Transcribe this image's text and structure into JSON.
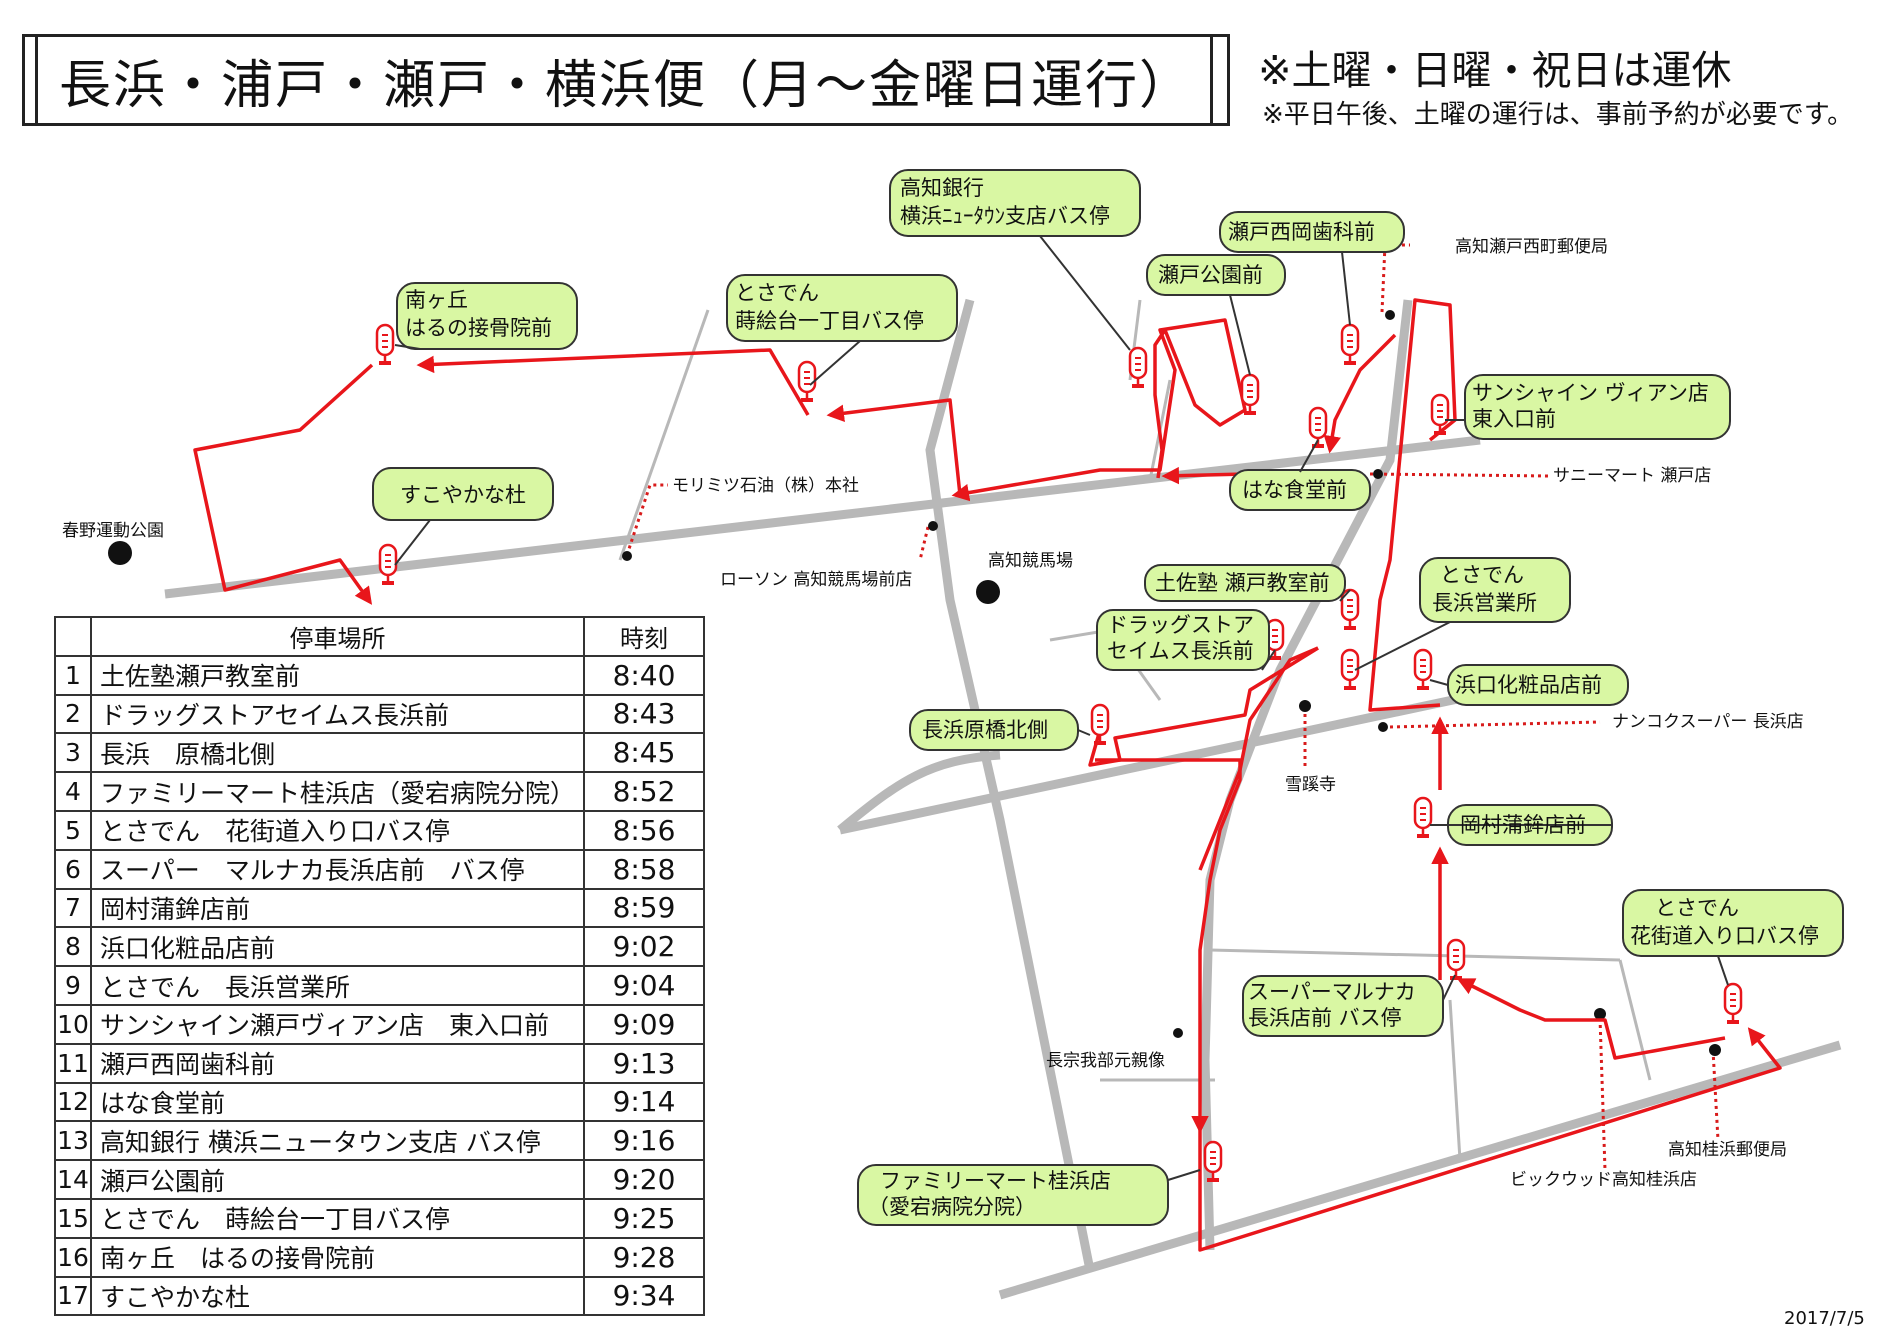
{
  "header": {
    "title": "長浜・浦戸・瀬戸・横浜便（月～金曜日運行）",
    "notice_main": "※土曜・日曜・祝日は運休",
    "notice_sub": "※平日午後、土曜の運行は、事前予約が必要です。"
  },
  "colors": {
    "route": "#e8161b",
    "callout": "#d9f7a3",
    "road": "#b8b8b8",
    "landmark_line": "#d81b1b"
  },
  "stops": {
    "s1": "土佐塾 瀬戸教室前",
    "s2": "ドラッグストア\nセイムス長浜前",
    "s3": "長浜原橋北側",
    "s4": "ファミリーマート桂浜店\n（愛宕病院分院）",
    "s5": "とさでん\n花街道入り口バス停",
    "s6": "スーパーマルナカ\n長浜店前 バス停",
    "s7": "岡村蒲鉾店前",
    "s8": "浜口化粧品店前",
    "s9": "とさでん\n長浜営業所",
    "s10": "サンシャイン ヴィアン店\n東入口前",
    "s11": "瀬戸西岡歯科前",
    "s12": "はな食堂前",
    "s13": "高知銀行\n横浜ﾆｭｰﾀｳﾝ支店バス停",
    "s14": "瀬戸公園前",
    "s15": "とさでん\n蒔絵台一丁目バス停",
    "s16": "南ヶ丘\nはるの接骨院前",
    "s17": "すこやかな杜"
  },
  "landmarks": {
    "haruno_park": "春野運動公園",
    "morimitsu": "モリミツ石油（株）本社",
    "lawson": "ローソン 高知競馬場前店",
    "racecourse": "高知競馬場",
    "seto_post": "高知瀬戸西町郵便局",
    "sunny_mart": "サニーマート 瀬戸店",
    "nankoku": "ナンコクスーパー 長浜店",
    "sekkeiji": "雪蹊寺",
    "motochika": "長宗我部元親像",
    "bigwood": "ビックウッド高知桂浜店",
    "katsurahama_post": "高知桂浜郵便局"
  },
  "timetable": {
    "header": {
      "col_place": "停車場所",
      "col_time": "時刻"
    },
    "rows": [
      {
        "no": "1",
        "place": "土佐塾瀬戸教室前",
        "time": "8:40"
      },
      {
        "no": "2",
        "place": "ドラッグストアセイムス長浜前",
        "time": "8:43"
      },
      {
        "no": "3",
        "place": "長浜　原橋北側",
        "time": "8:45"
      },
      {
        "no": "4",
        "place": "ファミリーマート桂浜店（愛宕病院分院）",
        "time": "8:52"
      },
      {
        "no": "5",
        "place": "とさでん　花街道入り口バス停",
        "time": "8:56"
      },
      {
        "no": "6",
        "place": "スーパー　マルナカ長浜店前　バス停",
        "time": "8:58"
      },
      {
        "no": "7",
        "place": "岡村蒲鉾店前",
        "time": "8:59"
      },
      {
        "no": "8",
        "place": "浜口化粧品店前",
        "time": "9:02"
      },
      {
        "no": "9",
        "place": "とさでん　長浜営業所",
        "time": "9:04"
      },
      {
        "no": "10",
        "place": "サンシャイン瀬戸ヴィアン店　東入口前",
        "time": "9:09"
      },
      {
        "no": "11",
        "place": "瀬戸西岡歯科前",
        "time": "9:13"
      },
      {
        "no": "12",
        "place": "はな食堂前",
        "time": "9:14"
      },
      {
        "no": "13",
        "place": "高知銀行 横浜ニュータウン支店 バス停",
        "time": "9:16"
      },
      {
        "no": "14",
        "place": "瀬戸公園前",
        "time": "9:20"
      },
      {
        "no": "15",
        "place": "とさでん　蒔絵台一丁目バス停",
        "time": "9:25"
      },
      {
        "no": "16",
        "place": "南ヶ丘　はるの接骨院前",
        "time": "9:28"
      },
      {
        "no": "17",
        "place": "すこやかな杜",
        "time": "9:34"
      }
    ]
  },
  "footer": {
    "date": "2017/7/5"
  }
}
